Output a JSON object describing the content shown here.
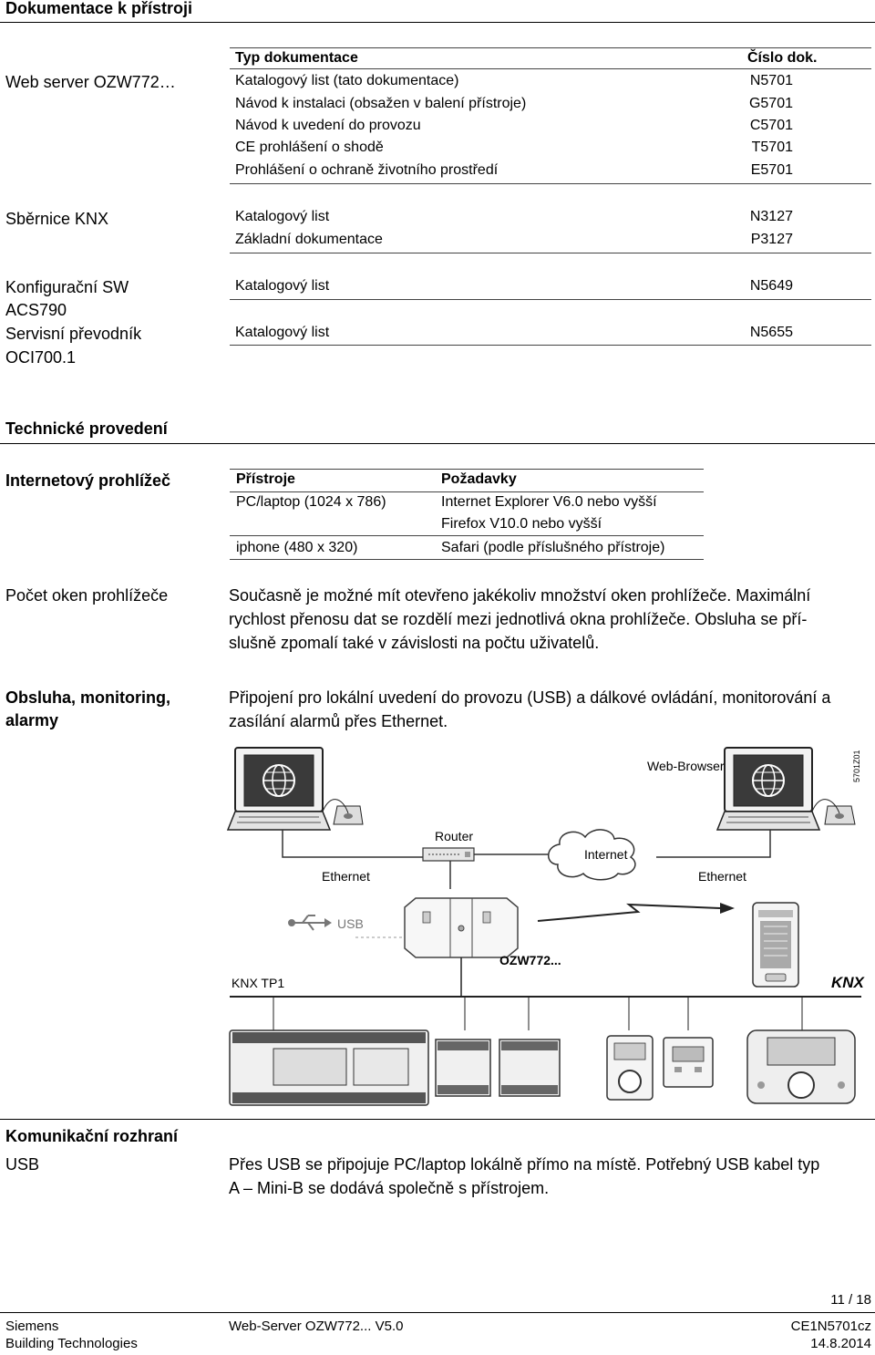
{
  "header": {
    "title": "Dokumentace k přístroji"
  },
  "doc_section": {
    "device_label": "Web server OZW772…",
    "col_type": "Typ dokumentace",
    "col_no": "Číslo dok.",
    "rows": [
      {
        "type": "Katalogový list (tato dokumentace)",
        "no": "N5701"
      },
      {
        "type": "Návod k instalaci (obsažen v balení přístroje)",
        "no": "G5701"
      },
      {
        "type": "Návod k uvedení do provozu",
        "no": "C5701"
      },
      {
        "type": "CE prohlášení o shodě",
        "no": "T5701"
      },
      {
        "type": "Prohlášení o ochraně životního prostředí",
        "no": "E5701"
      }
    ]
  },
  "knx_section": {
    "label": "Sběrnice KNX",
    "rows": [
      {
        "type": "Katalogový list",
        "no": "N3127"
      },
      {
        "type": "Základní dokumentace",
        "no": "P3127"
      }
    ]
  },
  "sw_section": {
    "label_lines": [
      "Konfigurační SW",
      "ACS790",
      "Servisní převodník",
      "OCI700.1"
    ],
    "rows": [
      {
        "type": "Katalogový list",
        "no": "N5649"
      },
      {
        "type": "Katalogový list",
        "no": "N5655"
      }
    ]
  },
  "tech": {
    "title": "Technické provedení",
    "browser_label": "Internetový prohlížeč",
    "col_devices": "Přístroje",
    "col_requirements": "Požadavky",
    "rows": [
      {
        "device": "PC/laptop (1024 x 786)",
        "req": [
          "Internet Explorer V6.0 nebo vyšší",
          "Firefox V10.0 nebo vyšší"
        ]
      },
      {
        "device": "iphone (480 x 320)",
        "req": [
          "Safari (podle příslušného přístroje)"
        ]
      }
    ],
    "windows_label": "Počet oken prohlížeče",
    "windows_text": [
      "Současně je možné mít otevřeno jakékoliv množství oken prohlížeče. Maximální",
      "rychlost přenosu dat se rozdělí mezi jednotlivá okna prohlížeče. Obsluha se pří-",
      "slušně zpomalí také v závislosti na počtu uživatelů."
    ],
    "ops_label": [
      "Obsluha, monitoring,",
      "alarmy"
    ],
    "ops_text": [
      "Připojení pro lokální uvedení do provozu (USB) a dálkové ovládání, monitorování a",
      "zasílání alarmů přes Ethernet."
    ]
  },
  "diagram": {
    "web_browser": "Web-Browser",
    "router": "Router",
    "internet": "Internet",
    "ethernet_left": "Ethernet",
    "ethernet_right": "Ethernet",
    "usb": "USB",
    "ozw": "OZW772...",
    "knx_tp1": "KNX TP1",
    "knx_logo": "KNX",
    "fig_id": "5701Z01"
  },
  "comm": {
    "title": "Komunikační rozhraní",
    "usb_label": "USB",
    "usb_text": [
      "Přes USB se připojuje PC/laptop lokálně přímo na místě. Potřebný USB kabel typ",
      "A – Mini-B se dodává společně s přístrojem."
    ]
  },
  "footer": {
    "page": "11 / 18",
    "company": "Siemens",
    "division": "Building Technologies",
    "product": "Web-Server OZW772... V5.0",
    "doc_id": "CE1N5701cz",
    "date": "14.8.2014"
  }
}
